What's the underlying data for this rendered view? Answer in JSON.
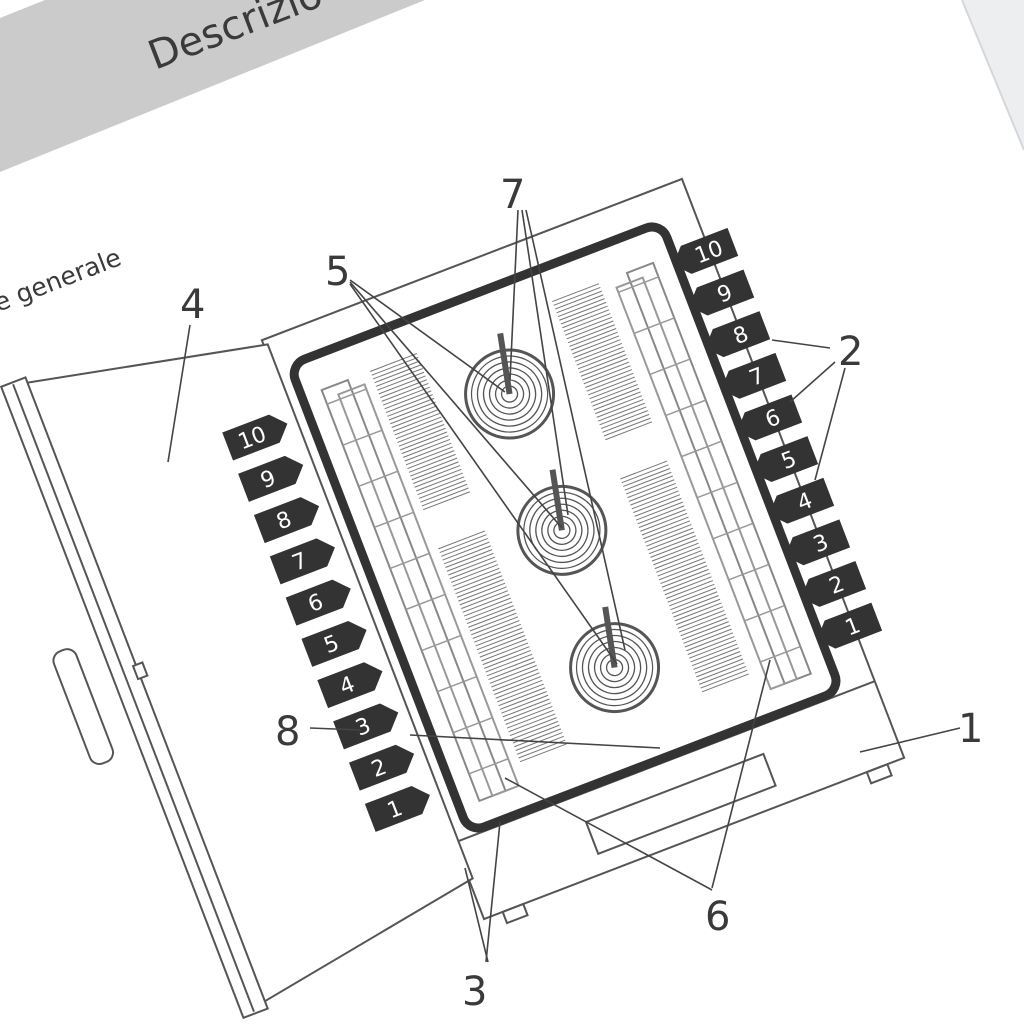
{
  "header": {
    "title": "Descrizio",
    "subtitle": "e generale"
  },
  "colors": {
    "band": "#cbcbcb",
    "ink": "#333333",
    "line": "#555555",
    "page_edge": "#eceef0"
  },
  "shelves": {
    "left": [
      "10",
      "9",
      "8",
      "7",
      "6",
      "5",
      "4",
      "3",
      "2",
      "1"
    ],
    "right": [
      "10",
      "9",
      "8",
      "7",
      "6",
      "5",
      "4",
      "3",
      "2",
      "1"
    ]
  },
  "callouts": {
    "c1": "1",
    "c2": "2",
    "c3": "3",
    "c4": "4",
    "c5": "5",
    "c6": "6",
    "c7": "7",
    "c8": "8"
  }
}
